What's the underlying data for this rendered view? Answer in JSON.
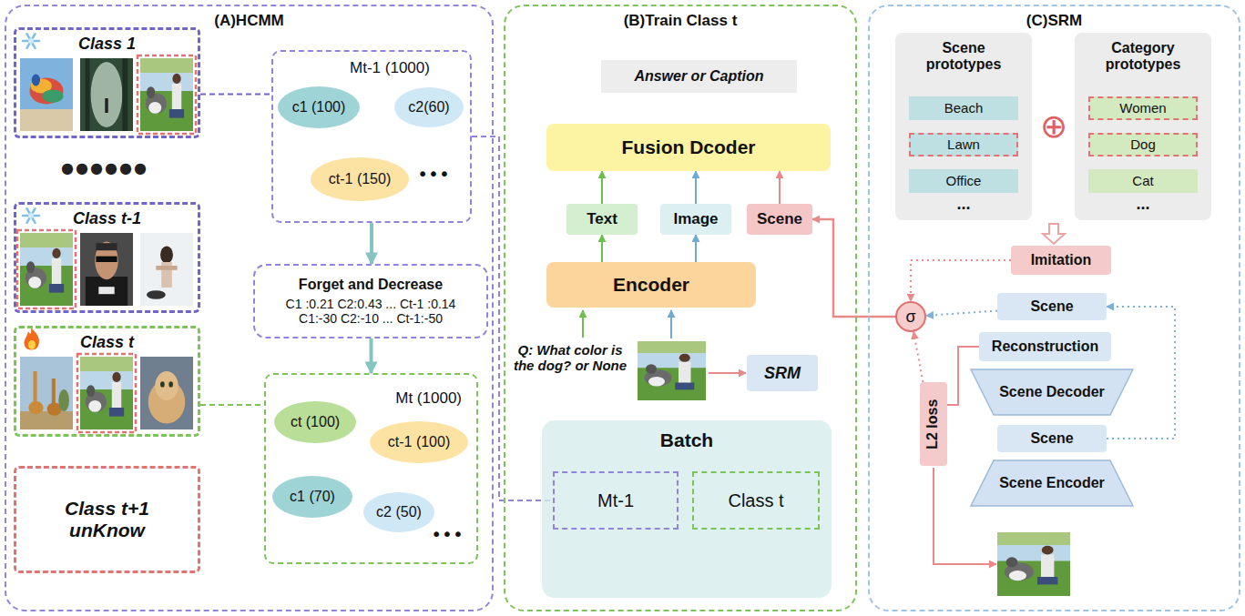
{
  "diagram": {
    "nodes": [
      {
        "text": [
          "(A)HCMM"
        ]
      },
      {
        "text": [
          "Class 1"
        ],
        "in": 0
      },
      {
        "text": [
          "Class t-1"
        ],
        "in": 0
      },
      {
        "text": [
          "Class t"
        ],
        "in": 0
      },
      {
        "text": [
          "Class t+1 unKnow"
        ],
        "in": 0
      },
      {
        "text": [
          "Mt-1 (1000)"
        ],
        "in": 0
      },
      {
        "text": [
          "c1 (100)"
        ],
        "in": 5
      },
      {
        "text": [
          "c2(60)"
        ],
        "in": 5
      },
      {
        "text": [
          "ct-1 (150)"
        ],
        "in": 5
      },
      {
        "text": [
          "Forget and Decrease",
          "C1 :0.21 C2:0.43 ... Ct-1 :0.14",
          "C1:-30 C2:-10 ... Ct-1:-50"
        ],
        "in": 0
      },
      {
        "text": [
          "Mt (1000)"
        ],
        "in": 0
      },
      {
        "text": [
          "ct (100)"
        ],
        "in": 10
      },
      {
        "text": [
          "ct-1 (100)"
        ],
        "in": 10
      },
      {
        "text": [
          "c1 (70)"
        ],
        "in": 10
      },
      {
        "text": [
          "c2 (50)"
        ],
        "in": 10
      },
      {
        "text": [
          "(B)Train Class t"
        ]
      },
      {
        "text": [
          "Answer or Caption"
        ],
        "in": 15
      },
      {
        "text": [
          "Fusion Dcoder"
        ],
        "in": 15
      },
      {
        "text": [
          "Text"
        ],
        "in": 15
      },
      {
        "text": [
          "Image"
        ],
        "in": 15
      },
      {
        "text": [
          "Scene"
        ],
        "in": 15
      },
      {
        "text": [
          "Encoder"
        ],
        "in": 15
      },
      {
        "text": [
          "SRM"
        ],
        "in": 15
      },
      {
        "text": [
          "Batch"
        ],
        "in": 15
      },
      {
        "text": [
          "Mt-1"
        ],
        "in": 23
      },
      {
        "text": [
          "Class t"
        ],
        "in": 23
      },
      {
        "text": [
          "(C)SRM"
        ]
      },
      {
        "text": [
          "Scene prototypes"
        ],
        "in": 26
      },
      {
        "text": [
          "Beach"
        ],
        "in": 27
      },
      {
        "text": [
          "Lawn"
        ],
        "in": 27
      },
      {
        "text": [
          "Office"
        ],
        "in": 27
      },
      {
        "text": [
          "Category prototypes"
        ],
        "in": 26
      },
      {
        "text": [
          "Women"
        ],
        "in": 31
      },
      {
        "text": [
          "Dog"
        ],
        "in": 31
      },
      {
        "text": [
          "Cat"
        ],
        "in": 31
      },
      {
        "text": [
          "Imitation"
        ],
        "in": 26
      },
      {
        "text": [
          "σ"
        ],
        "in": 26
      },
      {
        "text": [
          "Scene"
        ],
        "in": 26
      },
      {
        "text": [
          "Reconstruction"
        ],
        "in": 26
      },
      {
        "text": [
          "Scene Decoder"
        ],
        "in": 26
      },
      {
        "text": [
          "Scene"
        ],
        "in": 26
      },
      {
        "text": [
          "Scene Encoder"
        ],
        "in": 26
      },
      {
        "text": [
          "L2 loss"
        ],
        "in": 26
      }
    ],
    "edges": [
      {
        "from": 1,
        "to": 5,
        "arrow": "none"
      },
      {
        "from": 5,
        "to": 9,
        "arrow": "to"
      },
      {
        "from": 9,
        "to": 10,
        "arrow": "to"
      },
      {
        "from": 3,
        "to": 10,
        "arrow": "none"
      },
      {
        "from": 5,
        "to": 24,
        "arrow": "none"
      },
      {
        "from": 21,
        "to": 18,
        "arrow": "to"
      },
      {
        "from": 21,
        "to": 19,
        "arrow": "to"
      },
      {
        "from": 18,
        "to": 17,
        "arrow": "to"
      },
      {
        "from": 19,
        "to": 17,
        "arrow": "to"
      },
      {
        "from": 20,
        "to": 17,
        "arrow": "to"
      },
      {
        "from": 36,
        "to": 20,
        "arrow": "to"
      },
      {
        "from": 35,
        "to": 36,
        "arrow": "to"
      },
      {
        "from": 37,
        "to": 36,
        "arrow": "to"
      },
      {
        "from": 42,
        "to": 36,
        "arrow": "to"
      },
      {
        "from": 40,
        "to": 37,
        "arrow": "to"
      },
      {
        "from": 38,
        "to": 42,
        "arrow": "none"
      }
    ],
    "labels": [
      "●●●●●●",
      "•••",
      "•••",
      "Q: What color is the dog? or None",
      "...",
      "...",
      "⊕"
    ]
  }
}
